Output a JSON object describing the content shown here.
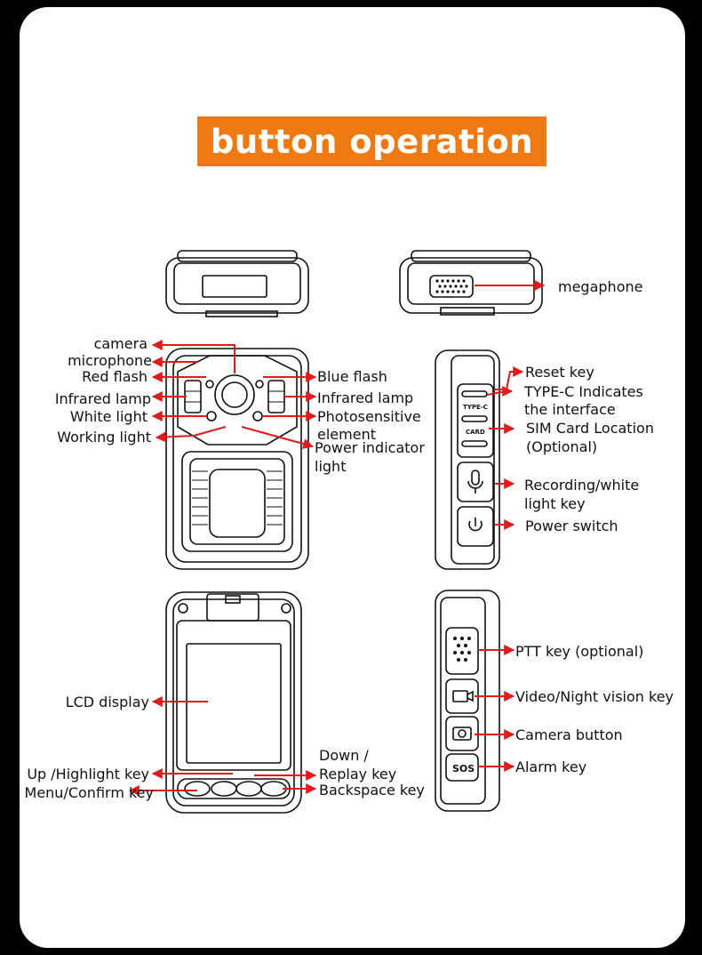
{
  "title": "button operation",
  "colors": {
    "banner": "#f07a12",
    "arrow": "#e01b1b",
    "background": "#000000",
    "card": "#ffffff"
  },
  "labels": {
    "megaphone": "megaphone",
    "camera": "camera",
    "microphone": "microphone",
    "red_flash": "Red flash",
    "infrared_lamp_left": "Infrared lamp",
    "white_light": "White light",
    "working_light": "Working light",
    "blue_flash": "Blue flash",
    "infrared_lamp_right": "Infrared lamp",
    "photosensitive_1": "Photosensitive",
    "photosensitive_2": "element",
    "power_indicator_1": "Power indicator",
    "power_indicator_2": "light",
    "reset_key": "Reset key",
    "typec_1": "TYPE-C Indicates",
    "typec_2": "the interface",
    "sim_1": "SIM Card Location",
    "sim_2": "(Optional)",
    "recording_1": "Recording/white",
    "recording_2": "light key",
    "power_switch": "Power switch",
    "lcd_display": "LCD display",
    "down_1": "Down /",
    "down_2": "Replay key",
    "up_highlight": "Up /Highlight key",
    "backspace": "Backspace key",
    "menu_confirm": "Menu/Confirm key",
    "ptt_key": "PTT key (optional)",
    "video_night": "Video/Night vision key",
    "camera_button": "Camera button",
    "alarm_key": "Alarm key"
  },
  "device_markings": {
    "type_c": "TYPE-C",
    "card": "CARD",
    "sos": "SOS"
  }
}
